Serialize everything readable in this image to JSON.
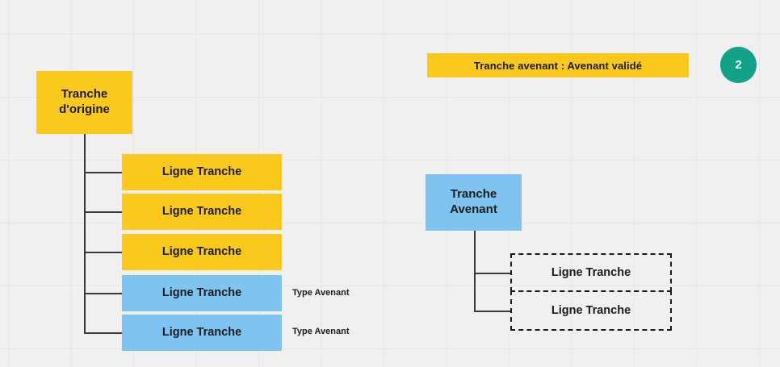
{
  "diagram": {
    "banner": {
      "text": "Tranche avenant : Avenant validé",
      "color": "#fbc81c"
    },
    "badge": {
      "value": "2",
      "color": "#12a189"
    },
    "left_tree": {
      "root": {
        "label": "Tranche d'origine",
        "line1": "Tranche",
        "line2": "d'origine",
        "color": "#fbc81c"
      },
      "children": [
        {
          "label": "Ligne Tranche",
          "color": "#fbc81c",
          "style": "solid",
          "side_label": ""
        },
        {
          "label": "Ligne Tranche",
          "color": "#fbc81c",
          "style": "solid",
          "side_label": ""
        },
        {
          "label": "Ligne Tranche",
          "color": "#fbc81c",
          "style": "solid",
          "side_label": ""
        },
        {
          "label": "Ligne Tranche",
          "color": "#7fc3f0",
          "style": "solid",
          "side_label": "Type Avenant"
        },
        {
          "label": "Ligne Tranche",
          "color": "#7fc3f0",
          "style": "solid",
          "side_label": "Type Avenant"
        }
      ]
    },
    "right_tree": {
      "root": {
        "label": "Tranche Avenant",
        "line1": "Tranche",
        "line2": "Avenant",
        "color": "#7fc3f0"
      },
      "children": [
        {
          "label": "Ligne Tranche",
          "style": "dashed"
        },
        {
          "label": "Ligne Tranche",
          "style": "dashed"
        }
      ]
    }
  }
}
